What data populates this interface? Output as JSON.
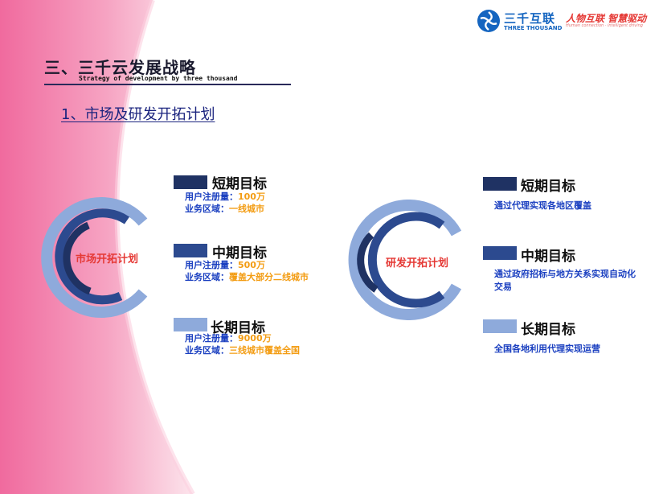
{
  "header": {
    "title": "三、三千云发展战略",
    "subtitle": "Strategy of development by three thousand",
    "section": "1、市场及研发开拓计划"
  },
  "logo": {
    "name_cn": "三千互联",
    "name_en": "THREE THOUSAND",
    "slogan": "人物互联 智慧驱动",
    "slogan_en": "Human connection · intelligent driving"
  },
  "market": {
    "label": "市场开拓计划",
    "goals": [
      {
        "title": "短期目标",
        "users_key": "用户注册量：",
        "users_value": "100万",
        "area_key": "业务区域：",
        "area_value": "一线城市",
        "color": "#1f3263"
      },
      {
        "title": "中期目标",
        "users_key": "用户注册量：",
        "users_value": "500万",
        "area_key": "业务区域：",
        "area_value": "覆盖大部分二线城市",
        "color": "#2c4a8f"
      },
      {
        "title": "长期目标",
        "users_key": "用户注册量：",
        "users_value": "9000万",
        "area_key": "业务区域：",
        "area_value": "三线城市覆盖全国",
        "color": "#8eaadb"
      }
    ]
  },
  "rd": {
    "label": "研发开拓计划",
    "goals": [
      {
        "title": "短期目标",
        "desc": "通过代理实现各地区覆盖",
        "color": "#1f3263"
      },
      {
        "title": "中期目标",
        "desc": "通过政府招标与地方关系实现自动化交易",
        "color": "#2c4a8f"
      },
      {
        "title": "长期目标",
        "desc": "全国各地利用代理实现运营",
        "color": "#8eaadb"
      }
    ]
  },
  "colors": {
    "pink": "#f48fb1",
    "ring_outer": "#8eaadb",
    "ring_mid": "#2c4a8f",
    "ring_inner": "#1f3263",
    "accent_red": "#e53935",
    "text_blue": "#1a3fc0",
    "text_orange": "#f39c12"
  }
}
